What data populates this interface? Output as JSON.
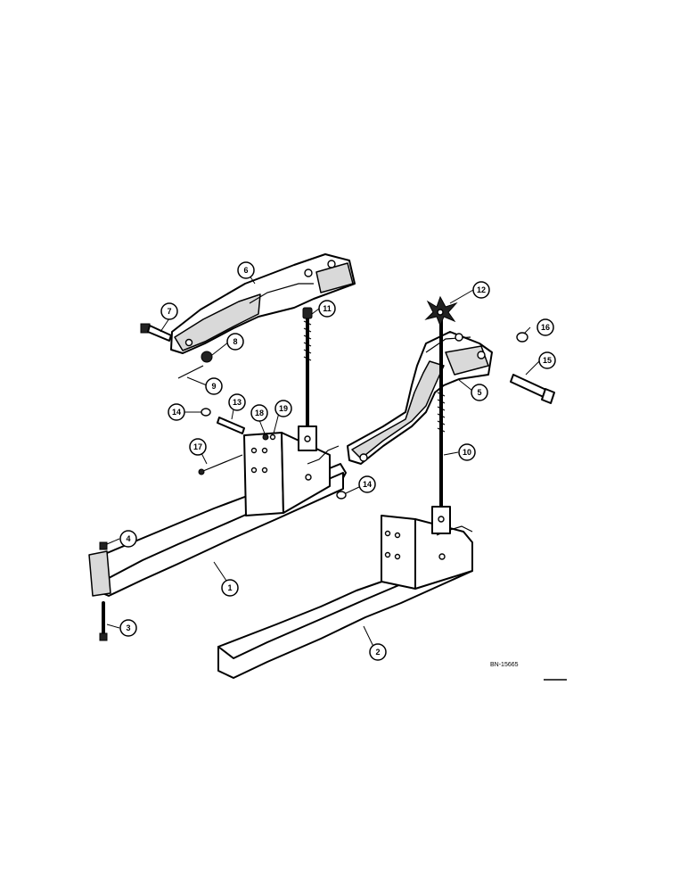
{
  "callouts": [
    {
      "id": "c1",
      "label": "1"
    },
    {
      "id": "c2",
      "label": "2"
    },
    {
      "id": "c3",
      "label": "3"
    },
    {
      "id": "c4",
      "label": "4"
    },
    {
      "id": "c5",
      "label": "5"
    },
    {
      "id": "c6",
      "label": "6"
    },
    {
      "id": "c7",
      "label": "7"
    },
    {
      "id": "c8",
      "label": "8"
    },
    {
      "id": "c9",
      "label": "9"
    },
    {
      "id": "c10",
      "label": "10"
    },
    {
      "id": "c11",
      "label": "11"
    },
    {
      "id": "c12",
      "label": "12"
    },
    {
      "id": "c13",
      "label": "13"
    },
    {
      "id": "c14a",
      "label": "14"
    },
    {
      "id": "c14b",
      "label": "14"
    },
    {
      "id": "c15",
      "label": "15"
    },
    {
      "id": "c16",
      "label": "16"
    },
    {
      "id": "c17",
      "label": "17"
    },
    {
      "id": "c18",
      "label": "18"
    },
    {
      "id": "c19",
      "label": "19"
    }
  ],
  "reference": "BN-15665"
}
